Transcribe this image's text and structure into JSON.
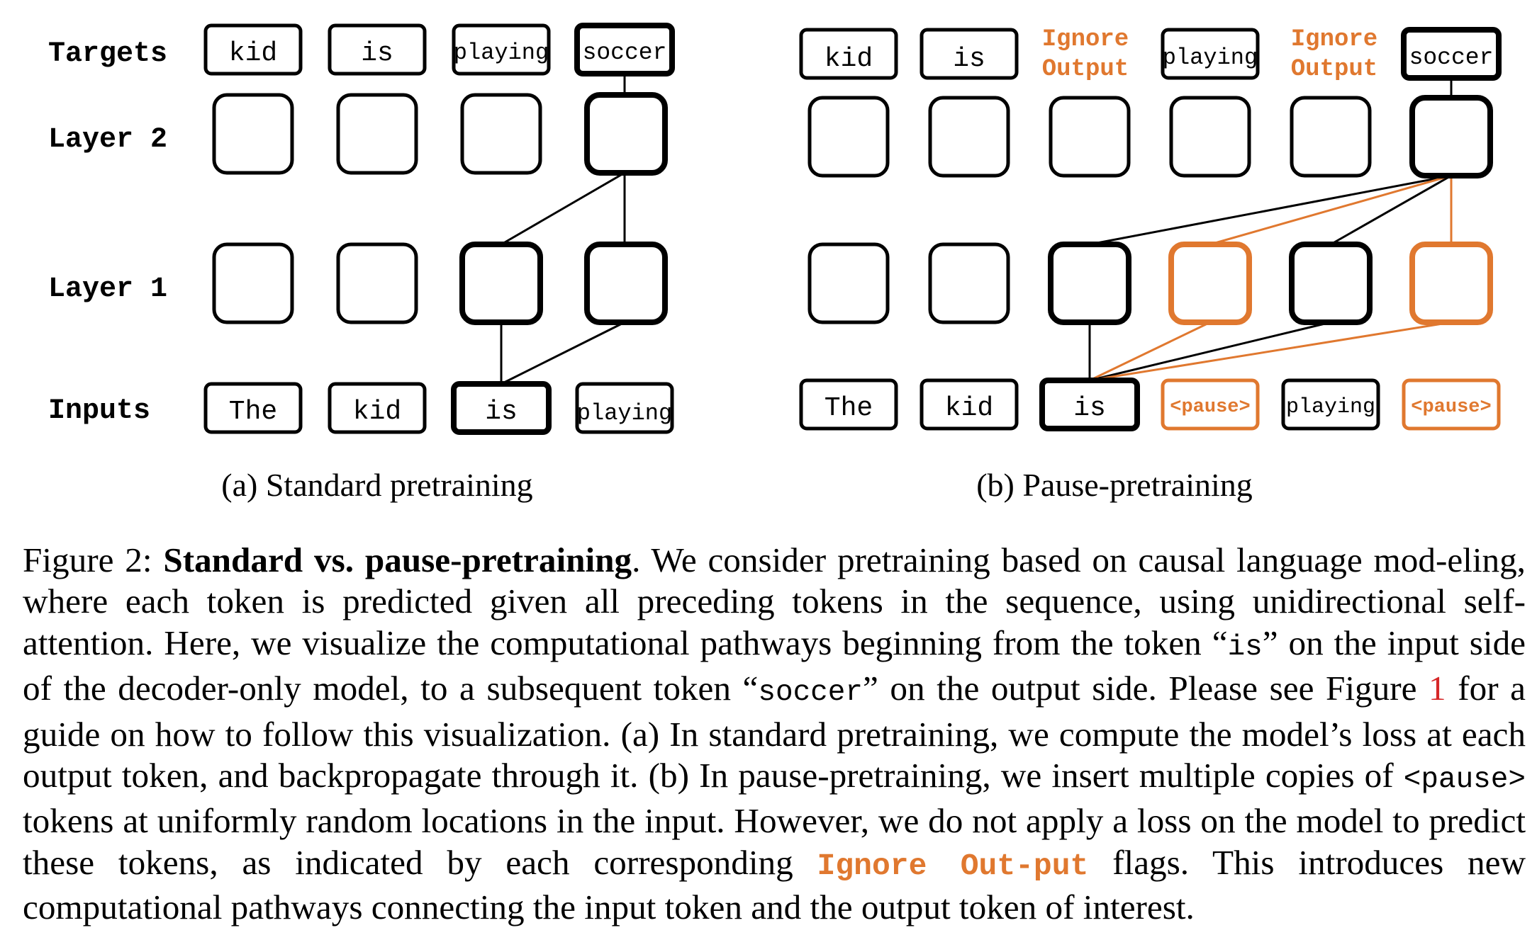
{
  "colors": {
    "black": "#000000",
    "accent": "#e0782f",
    "ref_red": "#d62728"
  },
  "row_labels": {
    "targets": "Targets",
    "layer2": "Layer 2",
    "layer1": "Layer 1",
    "inputs": "Inputs"
  },
  "panel_a": {
    "subtitle": "(a) Standard pretraining",
    "targets": [
      "kid",
      "is",
      "playing",
      "soccer"
    ],
    "inputs": [
      "The",
      "kid",
      "is",
      "playing"
    ]
  },
  "panel_b": {
    "subtitle": "(b) Pause-pretraining",
    "targets": [
      "kid",
      "is",
      "Ignore Output",
      "playing",
      "Ignore Output",
      "soccer"
    ],
    "inputs": [
      "The",
      "kid",
      "is",
      "<pause>",
      "playing",
      "<pause>"
    ],
    "pause_token_positions": [
      3,
      5
    ]
  },
  "caption": {
    "figure_label": "Figure 2: ",
    "title": "Standard vs. pause-pretraining",
    "s1": ". We consider pretraining based on causal language mod-eling, where each token is predicted given all preceding tokens in the sequence, using unidirectional self-attention. Here, we visualize the computational pathways beginning from the token “",
    "tok_is": "is",
    "s2": "” on the input side of the decoder-only model, to a subsequent token “",
    "tok_soccer": "soccer",
    "s3": "” on the output side. Please see Figure ",
    "fig_ref": "1",
    "s4": " for a guide on how to follow this visualization. (a) In standard pretraining, we compute the model’s loss at each output token, and backpropagate through it. (b) In pause-pretraining, we insert multiple copies of ",
    "tok_pause": "<pause>",
    "s5": " tokens at uniformly random locations in the input. However, we do not apply a loss on the model to predict these tokens, as indicated by each corresponding ",
    "ignore_flag": "Ignore Out-put",
    "s6": " flags. This introduces new computational pathways connecting the input token and the output token of interest."
  }
}
